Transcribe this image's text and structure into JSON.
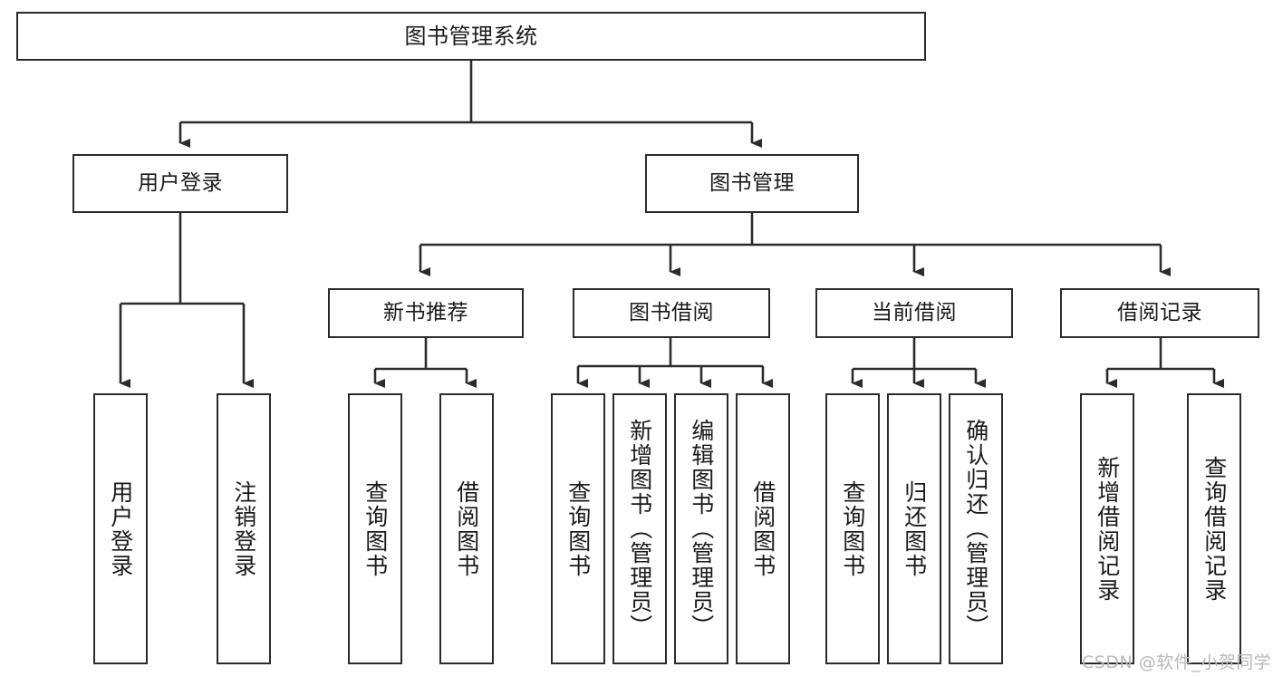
{
  "diagram": {
    "type": "tree",
    "title": "图书管理系统",
    "orientation": "top-down",
    "colors": {
      "box_border": "#2b2b2b",
      "box_fill": "#ffffff",
      "connector": "#2b2b2b",
      "text": "#1a1a1a",
      "watermark": "#b9b9b9",
      "background": "#ffffff"
    }
  },
  "nodes": {
    "root": {
      "label": "图书管理系统"
    },
    "level2": [
      {
        "id": "user-login",
        "label": "用户登录"
      },
      {
        "id": "book-management",
        "label": "图书管理"
      }
    ],
    "level3": [
      {
        "id": "new-book-recommend",
        "label": "新书推荐"
      },
      {
        "id": "book-borrow",
        "label": "图书借阅"
      },
      {
        "id": "current-borrow",
        "label": "当前借阅"
      },
      {
        "id": "borrow-record",
        "label": "借阅记录"
      }
    ],
    "leaves": {
      "user_login": [
        {
          "id": "leaf-user-login",
          "label": "用户登录"
        },
        {
          "id": "leaf-logout-login",
          "label": "注销登录"
        }
      ],
      "new_book_recommend": [
        {
          "id": "leaf-query-book-1",
          "label": "查询图书"
        },
        {
          "id": "leaf-borrow-book-1",
          "label": "借阅图书"
        }
      ],
      "book_borrow": [
        {
          "id": "leaf-query-book-2",
          "label": "查询图书"
        },
        {
          "id": "leaf-add-book",
          "label": "新增图书（管理员）"
        },
        {
          "id": "leaf-edit-book",
          "label": "编辑图书（管理员）"
        },
        {
          "id": "leaf-borrow-book-2",
          "label": "借阅图书"
        }
      ],
      "current_borrow": [
        {
          "id": "leaf-query-book-3",
          "label": "查询图书"
        },
        {
          "id": "leaf-return-book",
          "label": "归还图书"
        },
        {
          "id": "leaf-confirm-return",
          "label": "确认归还（管理员）"
        }
      ],
      "borrow_record": [
        {
          "id": "leaf-add-record",
          "label": "新增借阅记录"
        },
        {
          "id": "leaf-query-record",
          "label": "查询借阅记录"
        }
      ]
    }
  },
  "watermark": {
    "text": "CSDN @软件_小贺同学"
  }
}
